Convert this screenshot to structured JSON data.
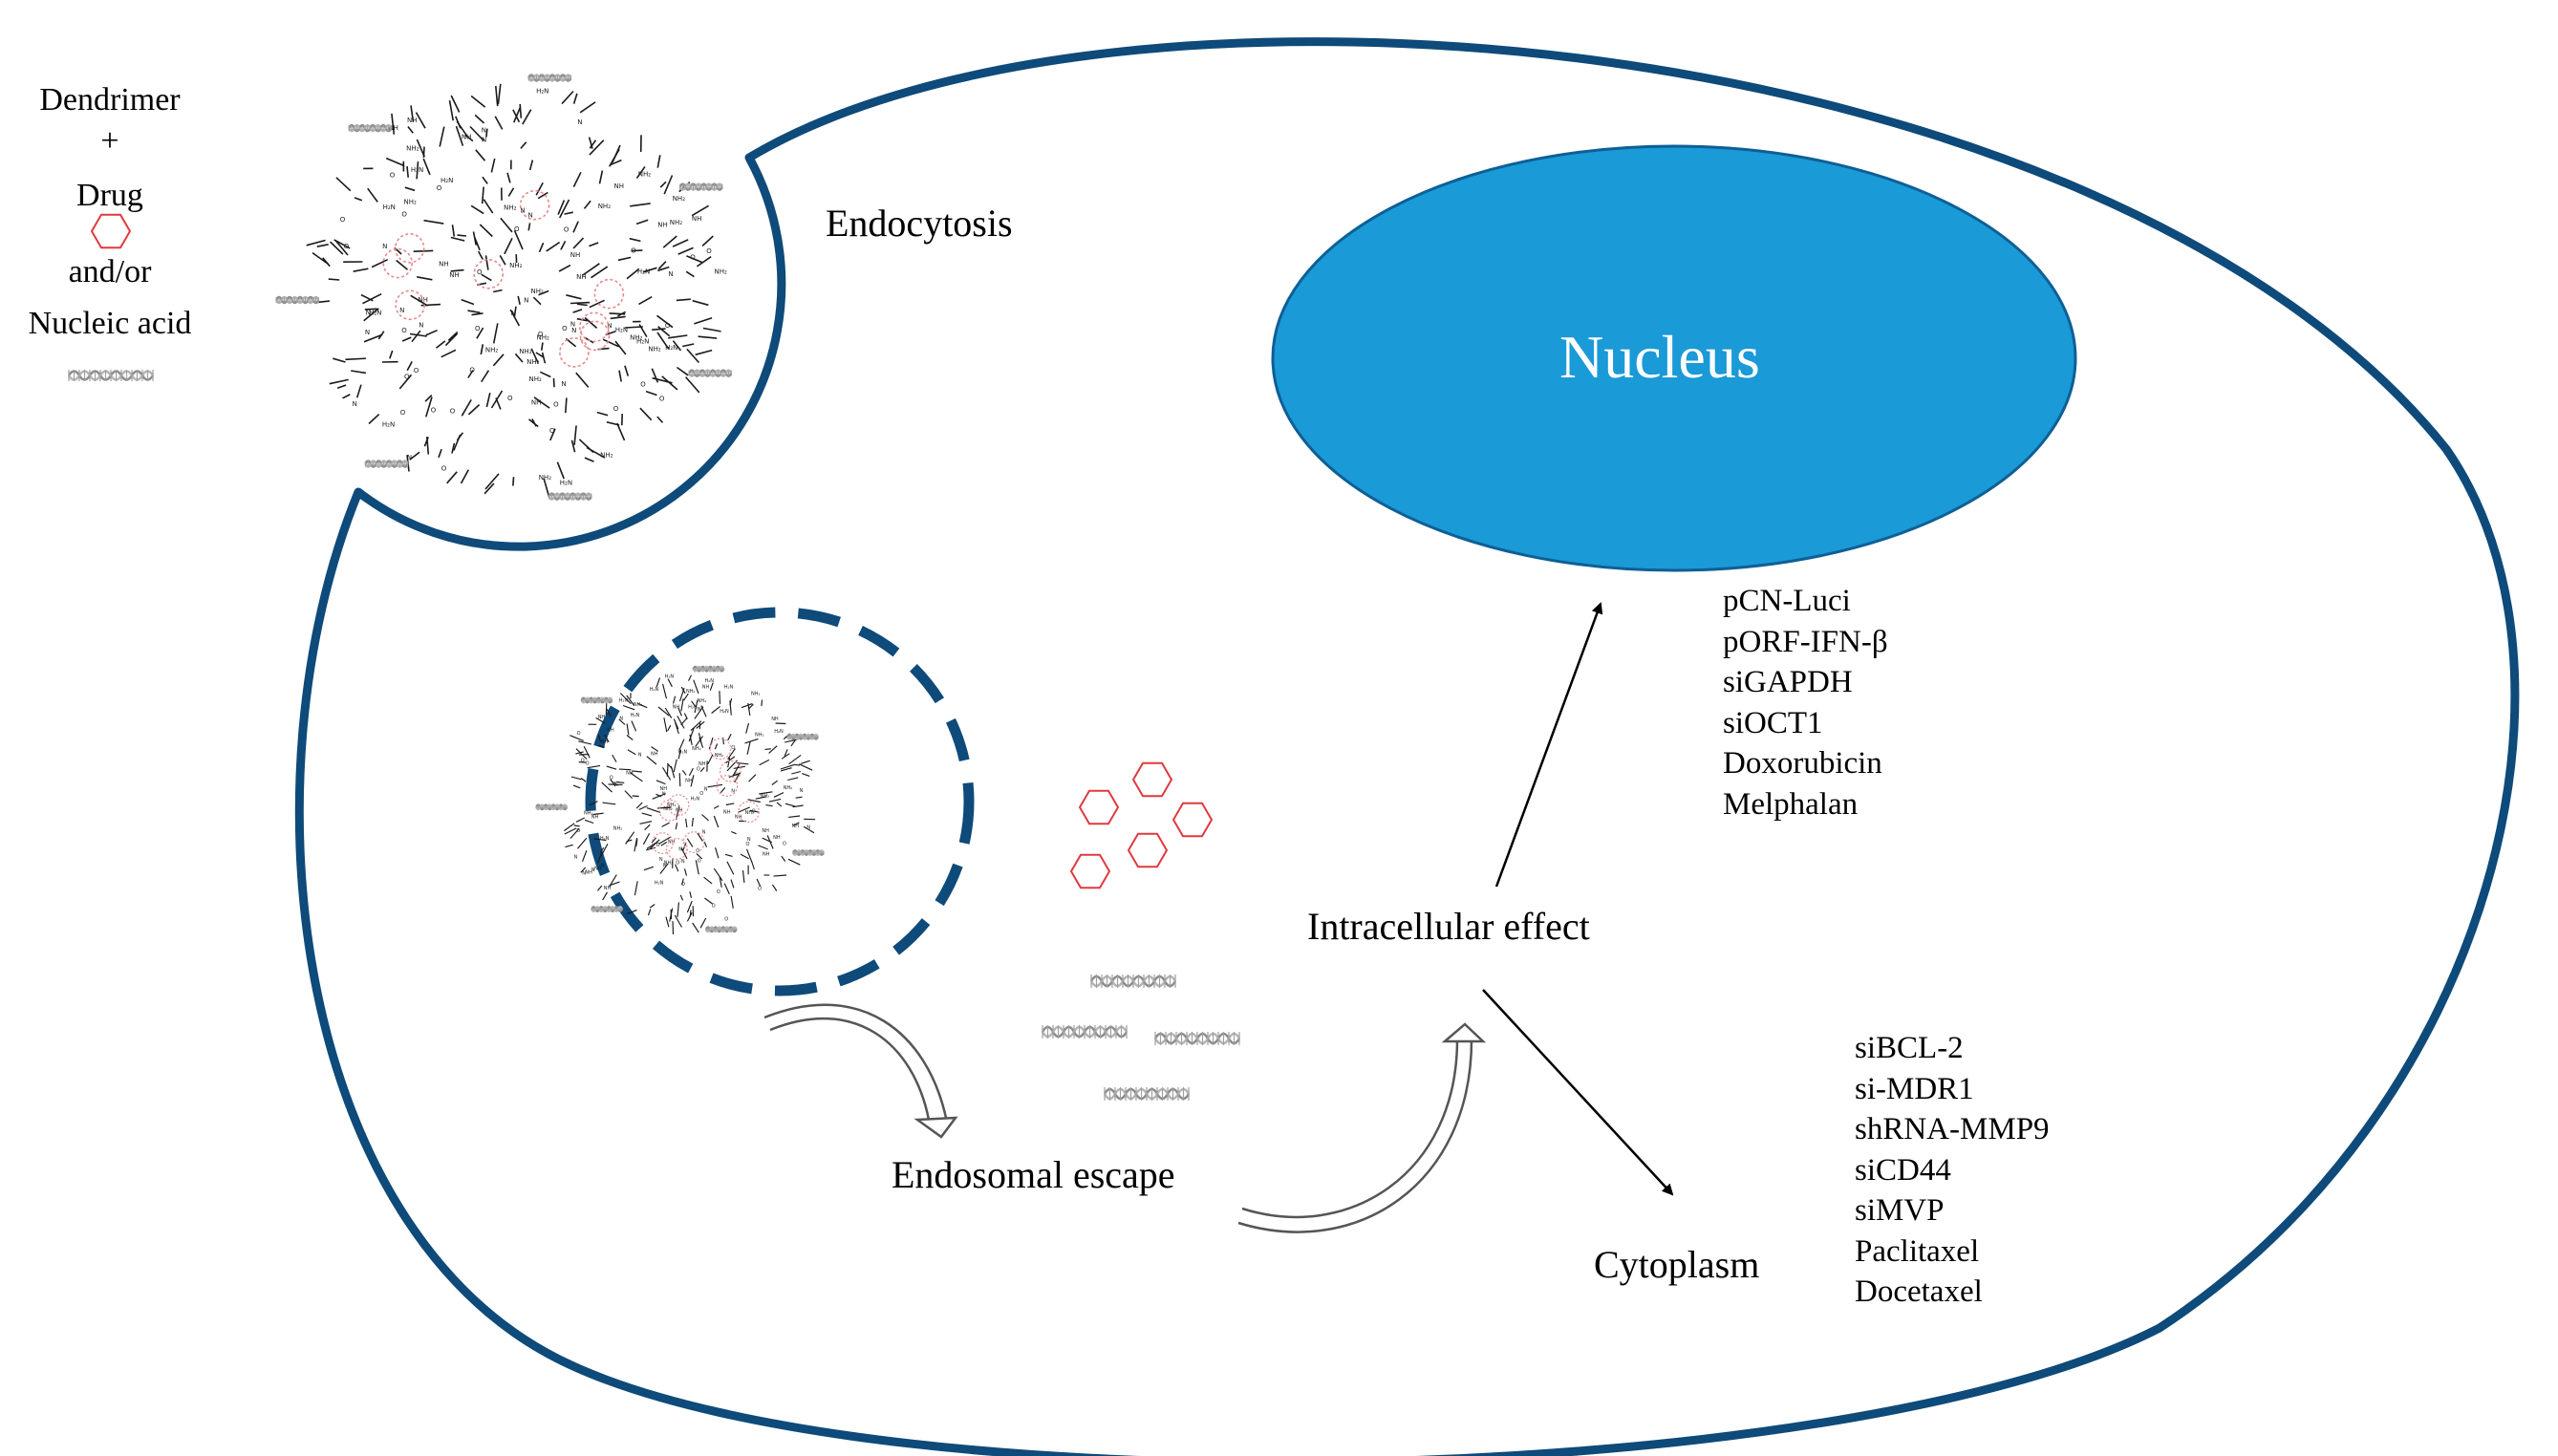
{
  "legend": {
    "dendrimer": "Dendrimer",
    "plus": "+",
    "drug": "Drug",
    "and_or": "and/or",
    "nucleic_acid": "Nucleic acid"
  },
  "labels": {
    "endocytosis": "Endocytosis",
    "nucleus": "Nucleus",
    "intracellular_effect": "Intracellular effect",
    "endosomal_escape": "Endosomal escape",
    "cytoplasm": "Cytoplasm"
  },
  "nucleus_targets": [
    "pCN-Luci",
    "pORF-IFN-β",
    "siGAPDH",
    "siOCT1",
    "Doxorubicin",
    "Melphalan"
  ],
  "cytoplasm_targets": [
    "siBCL-2",
    "si-MDR1",
    "shRNA-MMP9",
    "siCD44",
    "siMVP",
    "Paclitaxel",
    "Docetaxel"
  ],
  "colors": {
    "membrane": "#0e4a7a",
    "nucleus_fill": "#1a9ad6",
    "nucleus_stroke": "#0e5f96",
    "drug": "#e0393e",
    "nucleic_acid": "#8c8c8c",
    "molecule": "#1a1a1a"
  }
}
